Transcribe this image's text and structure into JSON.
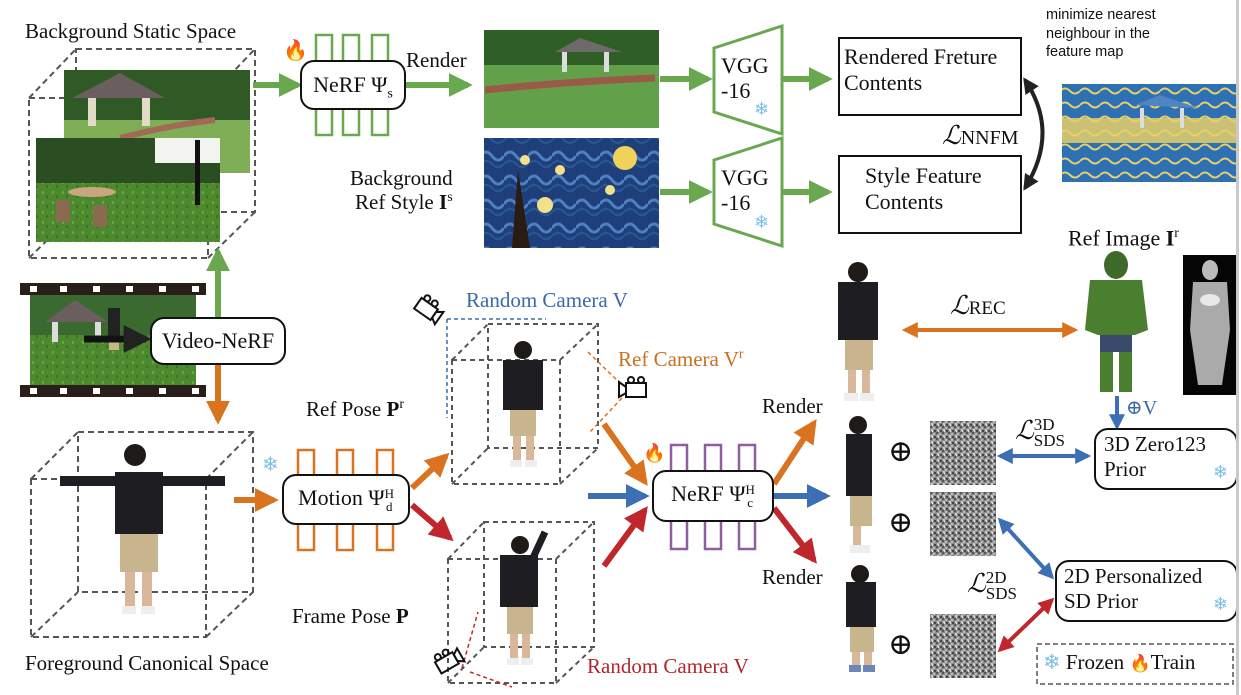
{
  "figure": {
    "background_static_space": "Background Static Space",
    "foreground_canonical_space": "Foreground Canonical Space",
    "video_nerf": "Video-NeRF",
    "nerf_s": {
      "name": "NeRF Ψ",
      "sub": "s"
    },
    "render_top": "Render",
    "bg_ref_style": {
      "line1": "Background",
      "line2": "Ref Style ",
      "symbol": "I",
      "sup": "s"
    },
    "vgg_top": {
      "line1": "VGG",
      "line2": "-16"
    },
    "vgg_bottom": {
      "line1": "VGG",
      "line2": "-16"
    },
    "rendered_feature_box": {
      "line1": "Rendered Freture",
      "line2": "Contents"
    },
    "style_feature_box": {
      "line1": "Style Feature",
      "line2": "Contents"
    },
    "loss_nnfm": {
      "symbol": "ℒ",
      "sub": "NNFM"
    },
    "annotation": {
      "line1": "minimize nearest",
      "line2": "neighbour in the",
      "line3": "feature map"
    },
    "ref_image": {
      "label": "Ref Image ",
      "symbol": "I",
      "sup": "r"
    },
    "random_camera_top": "Random Camera V",
    "ref_camera": {
      "label": "Ref Camera V",
      "sup": "r"
    },
    "ref_pose": {
      "label": "Ref Pose ",
      "symbol": "P",
      "sup": "r"
    },
    "frame_pose": {
      "label": "Frame Pose ",
      "symbol": "P"
    },
    "random_camera_bottom": "Random Camera V",
    "motion": {
      "name": "Motion Ψ",
      "sup": "H",
      "sub": "d"
    },
    "nerf_c": {
      "name": "NeRF Ψ",
      "sup": "H",
      "sub": "c"
    },
    "render_upper": "Render",
    "render_lower": "Render",
    "loss_rec": {
      "symbol": "ℒ",
      "sub": "REC"
    },
    "plus_v": "⊕V",
    "loss_sds_3d": {
      "symbol": "ℒ",
      "sup": "3D",
      "sub": "SDS"
    },
    "loss_sds_2d": {
      "symbol": "ℒ",
      "sup": "2D",
      "sub": "SDS"
    },
    "zero123_box": {
      "line1": "3D Zero123",
      "line2": "Prior"
    },
    "sd_prior_box": {
      "line1": "2D Personalized",
      "line2": "SD Prior"
    },
    "oplus": "⊕",
    "legend": {
      "frozen_icon": "❄",
      "frozen": "Frozen",
      "train_icon": "🔥",
      "train": "Train"
    },
    "icons": {
      "snowflake": "❄",
      "fire": "🔥"
    }
  },
  "colors": {
    "green": "#6aa84f",
    "orange": "#d9731f",
    "red": "#c0272d",
    "blue": "#3d6fb5",
    "purple": "#8e5ea2",
    "blue_text": "#3b6aa8",
    "orange_text": "#c8711f",
    "red_text": "#b3262d",
    "snow": "#7bbfe8"
  }
}
